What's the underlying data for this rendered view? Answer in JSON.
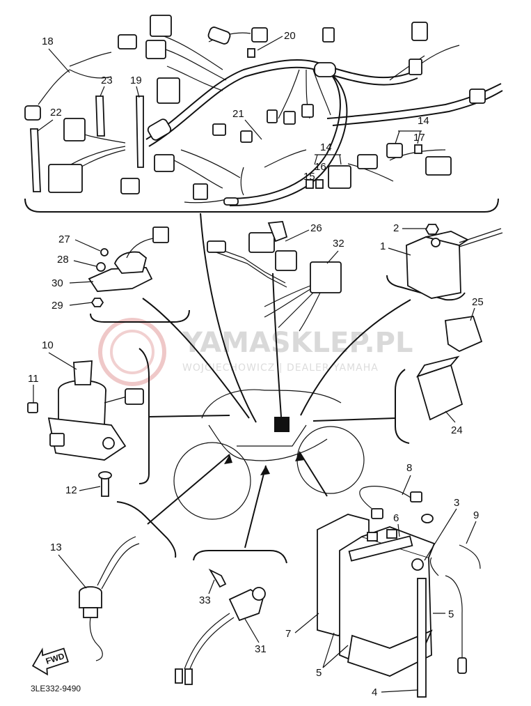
{
  "diagram": {
    "part_code": "3LE332-9490",
    "fwd_label": "FWD",
    "watermark": {
      "brand": "YAMASKLEP.PL",
      "tagline": "WOJCIECHOWICZ | DEALER YAMAHA"
    },
    "callouts": {
      "c1": "1",
      "c2": "2",
      "c3": "3",
      "c4": "4",
      "c5a": "5",
      "c5b": "5",
      "c6": "6",
      "c7": "7",
      "c8": "8",
      "c9": "9",
      "c10": "10",
      "c11": "11",
      "c12": "12",
      "c13": "13",
      "c14a": "14",
      "c14b": "14",
      "c15": "15",
      "c16": "16",
      "c17": "17",
      "c18": "18",
      "c19": "19",
      "c20": "20",
      "c21": "21",
      "c22": "22",
      "c23": "23",
      "c24": "24",
      "c25": "25",
      "c26": "26",
      "c27": "27",
      "c28": "28",
      "c29": "29",
      "c30": "30",
      "c31": "31",
      "c32": "32",
      "c33": "33"
    },
    "colors": {
      "ink": "#111111",
      "watermark": "#e3a6a6"
    }
  }
}
